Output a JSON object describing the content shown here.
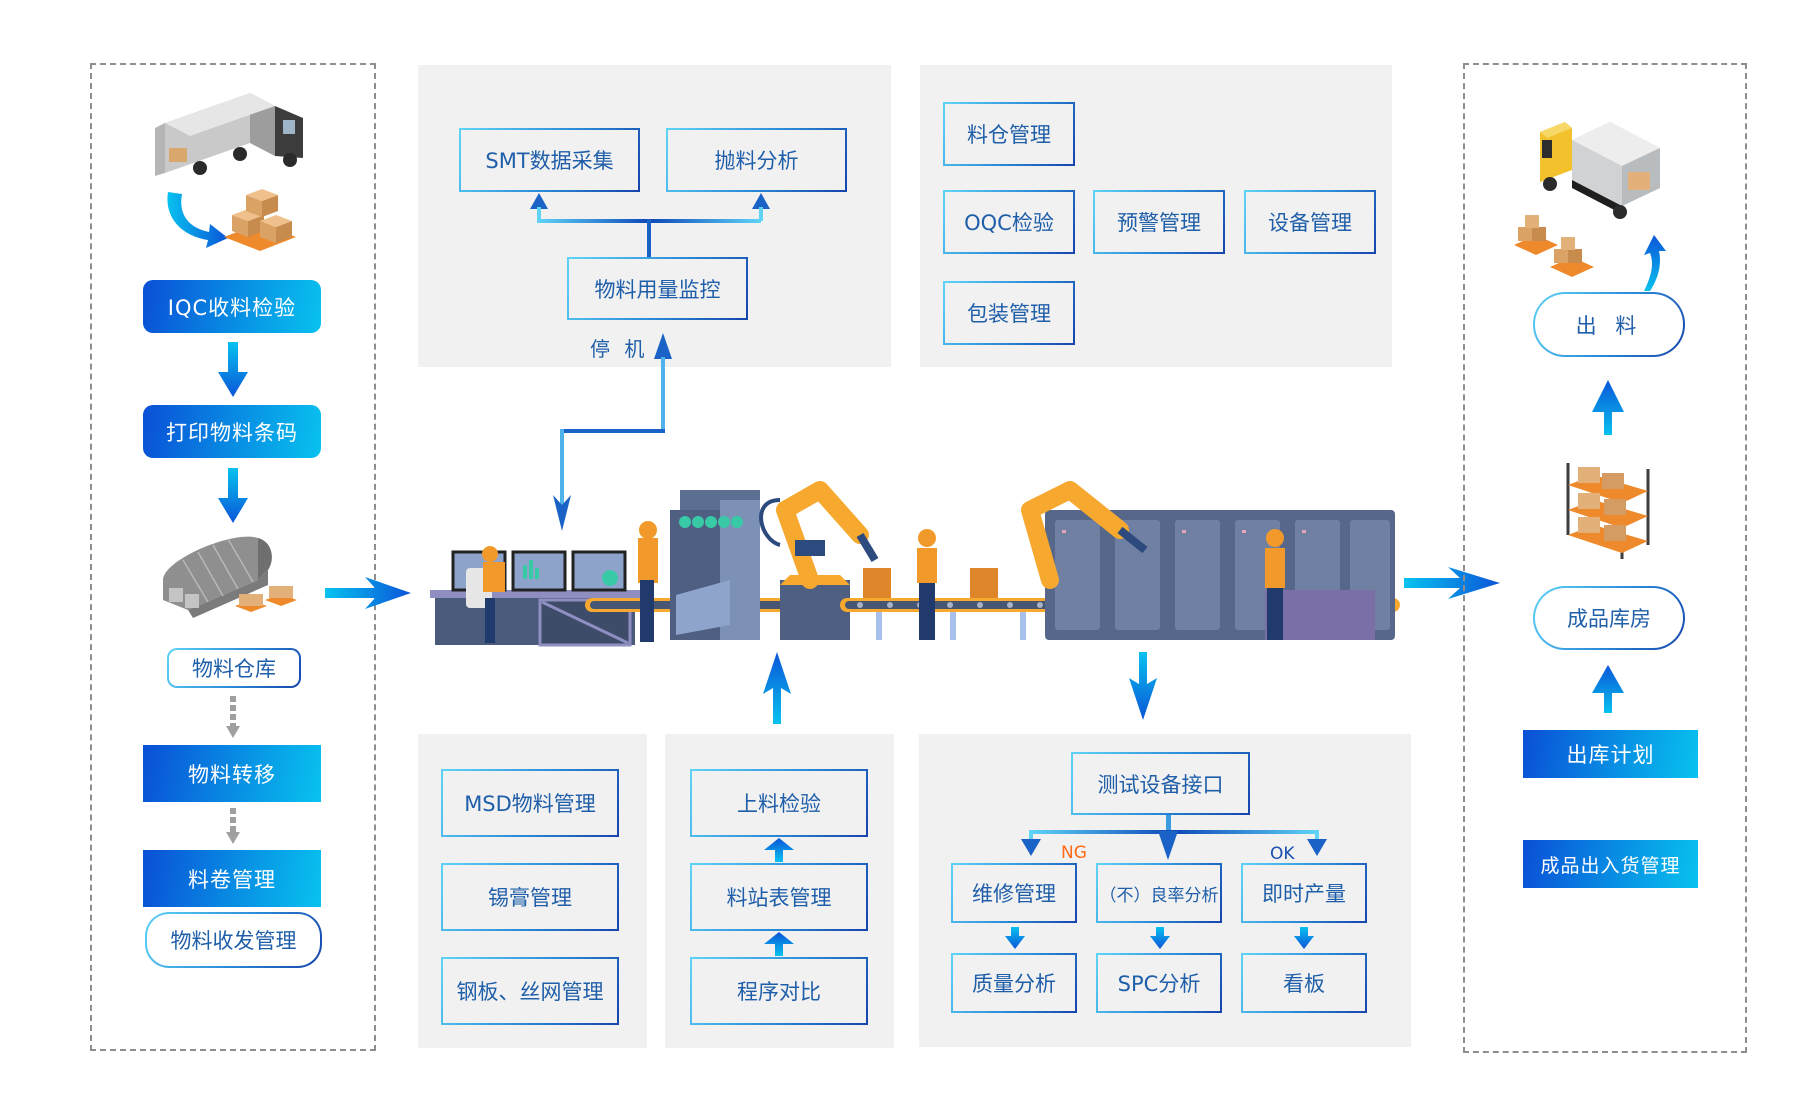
{
  "inbound": {
    "steps": [
      {
        "label": "IQC收料检验"
      },
      {
        "label": "打印物料条码"
      },
      {
        "label": "物料仓库"
      },
      {
        "label": "物料转移"
      },
      {
        "label": "料卷管理"
      },
      {
        "label": "物料收发管理"
      }
    ],
    "icons": [
      "delivery-truck-icon",
      "pallet-boxes-icon",
      "warehouse-icon"
    ]
  },
  "monitoring": {
    "top_left": "SMT数据采集",
    "top_right": "抛料分析",
    "center": "物料用量监控",
    "stop_label": "停 机"
  },
  "management": {
    "items": [
      "料仓管理",
      "OQC检验",
      "预警管理",
      "设备管理",
      "包装管理"
    ]
  },
  "production_line": {
    "icons": [
      "control-desk-icon",
      "machine-panel-icon",
      "robot-arm-icon",
      "conveyor-belt-icon",
      "worker-icon",
      "server-rack-icon"
    ]
  },
  "material_control": {
    "items": [
      "MSD物料管理",
      "锡膏管理",
      "钢板、丝网管理"
    ]
  },
  "loading": {
    "items": [
      "上料检验",
      "料站表管理",
      "程序对比"
    ]
  },
  "testing": {
    "root": "测试设备接口",
    "ng_label": "NG",
    "ok_label": "OK",
    "branches": [
      {
        "top": "维修管理",
        "bottom": "质量分析"
      },
      {
        "top": "（不）良率分析",
        "bottom": "SPC分析"
      },
      {
        "top": "即时产量",
        "bottom": "看板"
      }
    ]
  },
  "outbound": {
    "ship_label": "出 料",
    "warehouse_label": "成品库房",
    "plan_label": "出库计划",
    "manage_label": "成品出入货管理"
  },
  "colors": {
    "accent_dark": "#0a4fd6",
    "accent_light": "#08c2ef",
    "text_blue": "#1f5ea9",
    "ng_orange": "#ff6a13",
    "panel_gray": "#f1f1f1",
    "dash_gray": "#8e8e8e"
  }
}
